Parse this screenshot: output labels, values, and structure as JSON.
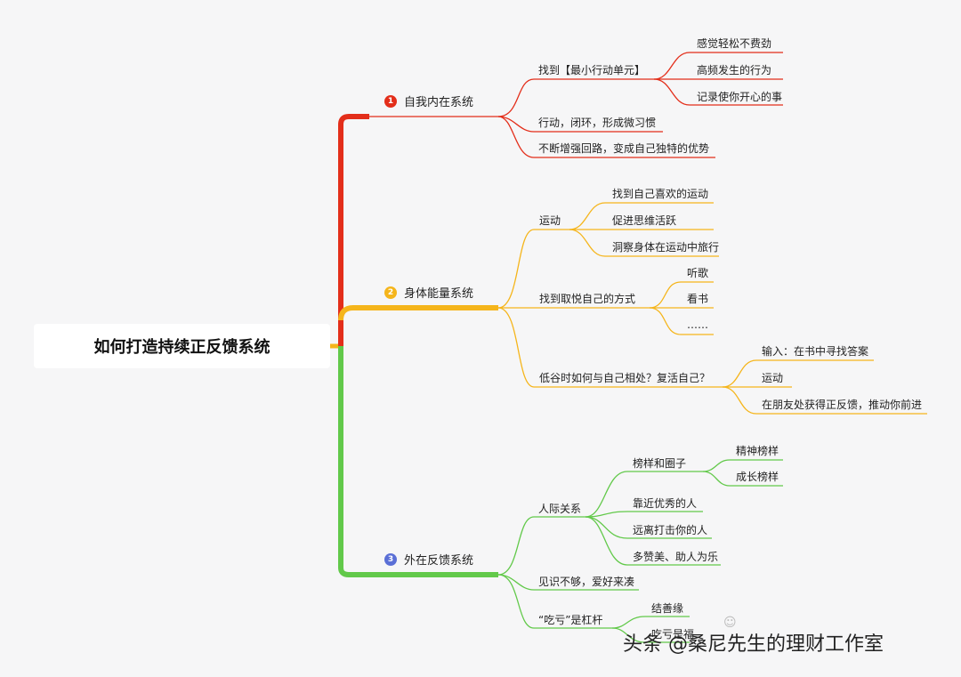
{
  "root": "如何打造持续正反馈系统",
  "colors": {
    "red": "#e32e1a",
    "yellow": "#f5b51b",
    "green": "#62c94a",
    "badge_blue": "#5a6fd6"
  },
  "branches": [
    {
      "badge": "1",
      "label": "自我内在系统",
      "children": [
        {
          "label": "找到【最小行动单元】",
          "children": [
            "感觉轻松不费劲",
            "高频发生的行为",
            "记录使你开心的事"
          ]
        },
        {
          "label": "行动，闭环，形成微习惯"
        },
        {
          "label": "不断增强回路，变成自己独特的优势"
        }
      ]
    },
    {
      "badge": "2",
      "label": "身体能量系统",
      "children": [
        {
          "label": "运动",
          "children": [
            "找到自己喜欢的运动",
            "促进思维活跃",
            "洞察身体在运动中旅行"
          ]
        },
        {
          "label": "找到取悦自己的方式",
          "children": [
            "听歌",
            "看书",
            "……"
          ]
        },
        {
          "label": "低谷时如何与自己相处？复活自己？",
          "children": [
            "输入：在书中寻找答案",
            "运动",
            "在朋友处获得正反馈，推动你前进"
          ]
        }
      ]
    },
    {
      "badge": "3",
      "label": "外在反馈系统",
      "children": [
        {
          "label": "人际关系",
          "children": [
            "榜样和圈子",
            "靠近优秀的人",
            "远离打击你的人",
            "多赞美、助人为乐"
          ],
          "sub": [
            "精神榜样",
            "成长榜样"
          ]
        },
        {
          "label": "见识不够，爱好来凑"
        },
        {
          "label": "“吃亏”是杠杆",
          "children": [
            "结善缘",
            "吃亏是福"
          ]
        }
      ]
    }
  ],
  "watermark": "头条 @桑尼先生的理财工作室"
}
